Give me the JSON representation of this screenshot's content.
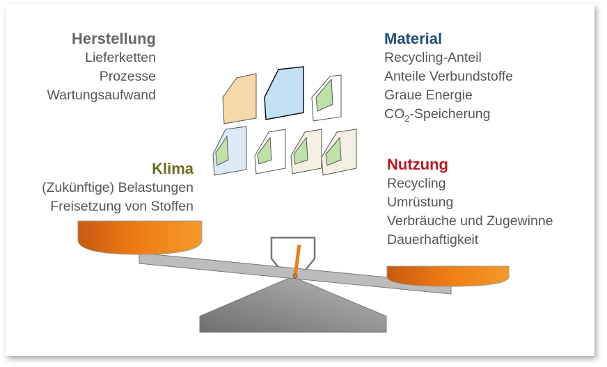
{
  "herstellung": {
    "title": "Herstellung",
    "items": [
      "Lieferketten",
      "Prozesse",
      "Wartungsaufwand"
    ],
    "color": "#666666"
  },
  "material": {
    "title": "Material",
    "items": [
      "Recycling-Anteil",
      "Anteile Verbundstoffe",
      "Graue Energie"
    ],
    "co2_prefix": "CO",
    "co2_sub": "2",
    "co2_suffix": "-Speicherung",
    "color": "#1f4e79"
  },
  "klima": {
    "title": "Klima",
    "items": [
      "(Zukünftige) Belastungen",
      "Freisetzung von Stoffen"
    ],
    "color": "#6b6b1f"
  },
  "nutzung": {
    "title": "Nutzung",
    "items": [
      "Recycling",
      "Umrüstung",
      "Verbräuche und Zugewinne",
      "Dauerhaftigkeit"
    ],
    "color": "#c0161c"
  }
}
